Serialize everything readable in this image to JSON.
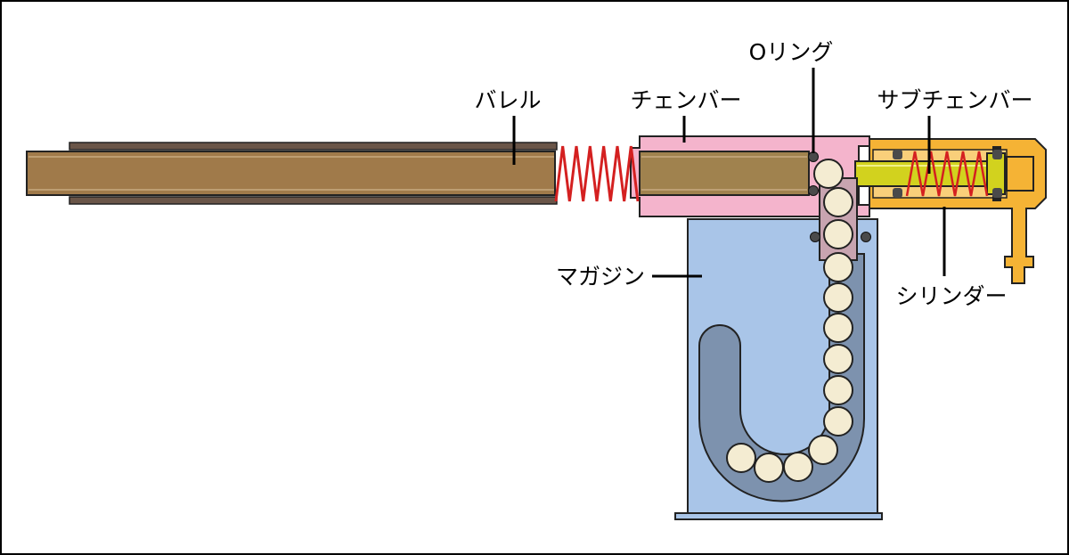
{
  "labels": {
    "barrel": "バレル",
    "chamber": "チェンバー",
    "oring": "Oリング",
    "subchamber": "サブチェンバー",
    "magazine": "マガジン",
    "cylinder": "シリンダー"
  },
  "colors": {
    "barrel": "#a07a4a",
    "barrel_edge": "#6a5548",
    "spring": "#d42020",
    "chamber": "#f4b4cc",
    "chamber_bore": "#a0824e",
    "subchamber_rod": "#d2d21e",
    "cylinder": "#f5b335",
    "magazine": "#a9c5e8",
    "magazine_track": "#7d92ae",
    "feed_tube": "#c8a4b0",
    "bb": "#f4ecd2",
    "oring": "#4a4a4a"
  }
}
